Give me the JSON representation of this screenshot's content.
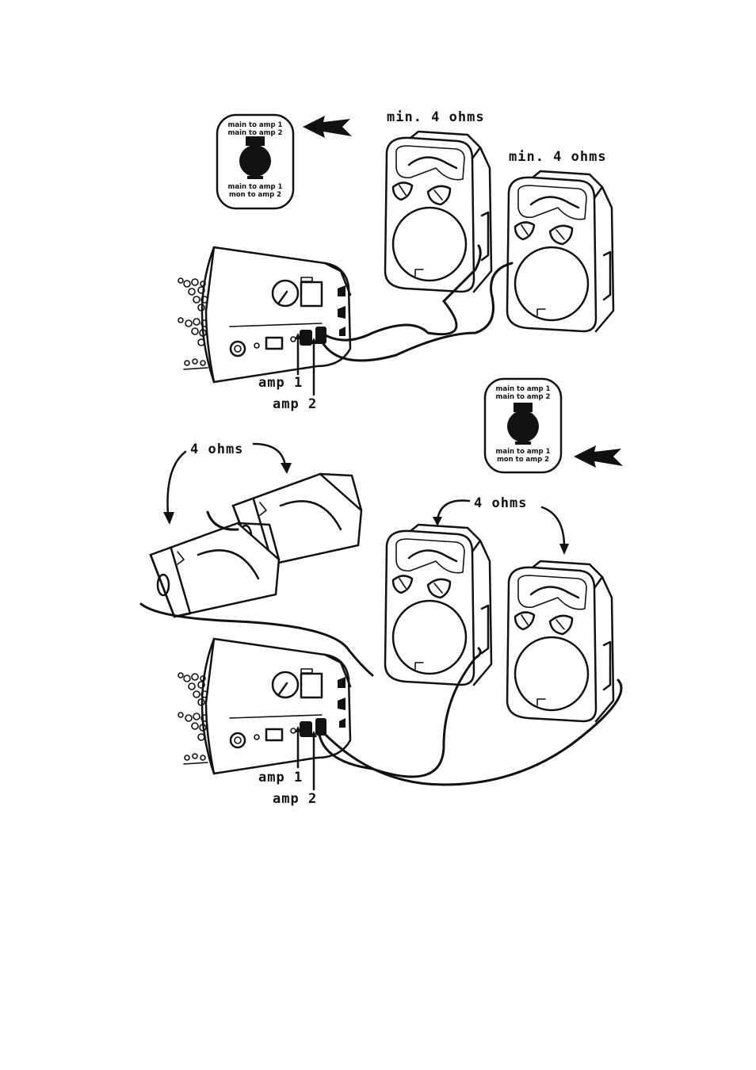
{
  "top": {
    "speaker_left_label": "min. 4 ohms",
    "speaker_right_label": "min. 4 ohms",
    "switch": {
      "top_line1": "main to amp 1",
      "top_line2": "main to amp 2",
      "bottom_line1": "main to amp 1",
      "bottom_line2": "mon to amp 2"
    },
    "amp1_label": "amp 1",
    "amp2_label": "amp 2"
  },
  "bottom": {
    "monitors_label": "4 ohms",
    "mains_label": "4 ohms",
    "switch": {
      "top_line1": "main to amp 1",
      "top_line2": "main to amp 2",
      "bottom_line1": "main to amp 1",
      "bottom_line2": "mon to amp 2"
    },
    "amp1_label": "amp 1",
    "amp2_label": "amp 2"
  }
}
